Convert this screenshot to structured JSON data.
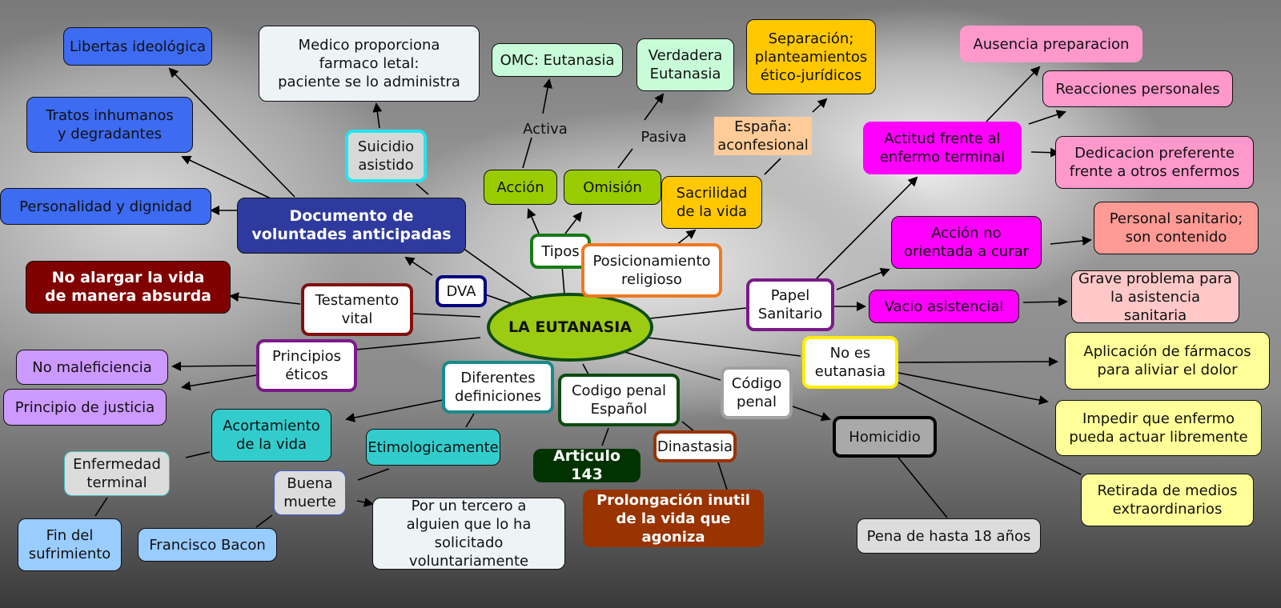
{
  "title": "LA EUTANASIA",
  "colors": {
    "center": "#9ccc12",
    "blue_dark": "#2f3a9e",
    "blue": "#3d6bf2",
    "green_light": "#c8fcd8",
    "green_lime": "#99cc00",
    "yellow_gold": "#ffc800",
    "magenta": "#ff00ff",
    "pink": "#ff99cc",
    "salmon": "#ff9a94",
    "pink_light": "#ffc8c8",
    "yellow_light": "#ffff99",
    "maroon": "#800000",
    "lavender": "#cc99ff",
    "teal": "#33cccc",
    "light_blue": "#99ccff",
    "dark_green": "#003300",
    "brown": "#993300",
    "gray": "#a9a9a9",
    "gray_light": "#dcdcdc"
  },
  "nodes": {
    "center": "LA EUTANASIA",
    "dva": "DVA",
    "documento": "Documento de\nvoluntades anticipadas",
    "libertad": "Libertas ideológica",
    "tratos": "Tratos inhumanos\ny degradantes",
    "personalidad": "Personalidad y dignidad",
    "suicidio": "Suicidio\nasistido",
    "medico": "Medico proporciona\nfarmaco letal:\npaciente se lo administra",
    "tipos": "Tipos",
    "accion": "Acción",
    "omision": "Omisión",
    "activa": "Activa",
    "pasiva": "Pasiva",
    "omc": "OMC: Eutanasia",
    "verdadera": "Verdadera\nEutanasia",
    "posicionamiento": "Posicionamiento\nreligioso",
    "sacrilidad": "Sacrilidad\nde la vida",
    "espana": "España:\naconfesional",
    "separacion": "Separación;\nplanteamientos\nético-jurídicos",
    "papel": "Papel\nSanitario",
    "actitud": "Actitud frente al\nenfermo terminal",
    "ausencia": "Ausencia preparacion",
    "reacciones": "Reacciones personales",
    "dedicacion": "Dedicacion preferente\nfrente a otros enfermos",
    "accion_no": "Acción no\norientada a curar",
    "personal": "Personal sanitario;\nson contenido",
    "vacio": "Vacio asistencial",
    "grave": "Grave problema para\nla asistencia sanitaria",
    "no_es": "No es\neutanasia",
    "aplicacion": "Aplicación de fármacos\npara aliviar el dolor",
    "impedir": "Impedir que enfermo\npueda actuar libremente",
    "retirada": "Retirada de medios\nextraordinarios",
    "codigo_penal": "Código\npenal",
    "homicidio": "Homicidio",
    "pena": "Pena de hasta 18 años",
    "testamento": "Testamento\nvital",
    "no_alargar": "No alargar la vida\nde manera absurda",
    "principios": "Principios\néticos",
    "no_maleficiencia": "No maleficiencia",
    "justicia": "Principio de justicia",
    "diferentes": "Diferentes\ndefiniciones",
    "acortamiento": "Acortamiento\nde la vida",
    "enfermedad": "Enfermedad\nterminal",
    "fin": "Fin del\nsufrimiento",
    "etimologicamente": "Etimologicamente",
    "buena": "Buena\nmuerte",
    "bacon": "Francisco Bacon",
    "tercero": "Por un tercero a\nalguien que lo ha\nsolicitado voluntariamente",
    "codigo_espanol": "Codigo penal\nEspañol",
    "articulo": "Articulo 143",
    "dinastasia": "Dinastasia",
    "prolongacion": "Prolongación inutil\nde la vida que agoniza"
  }
}
